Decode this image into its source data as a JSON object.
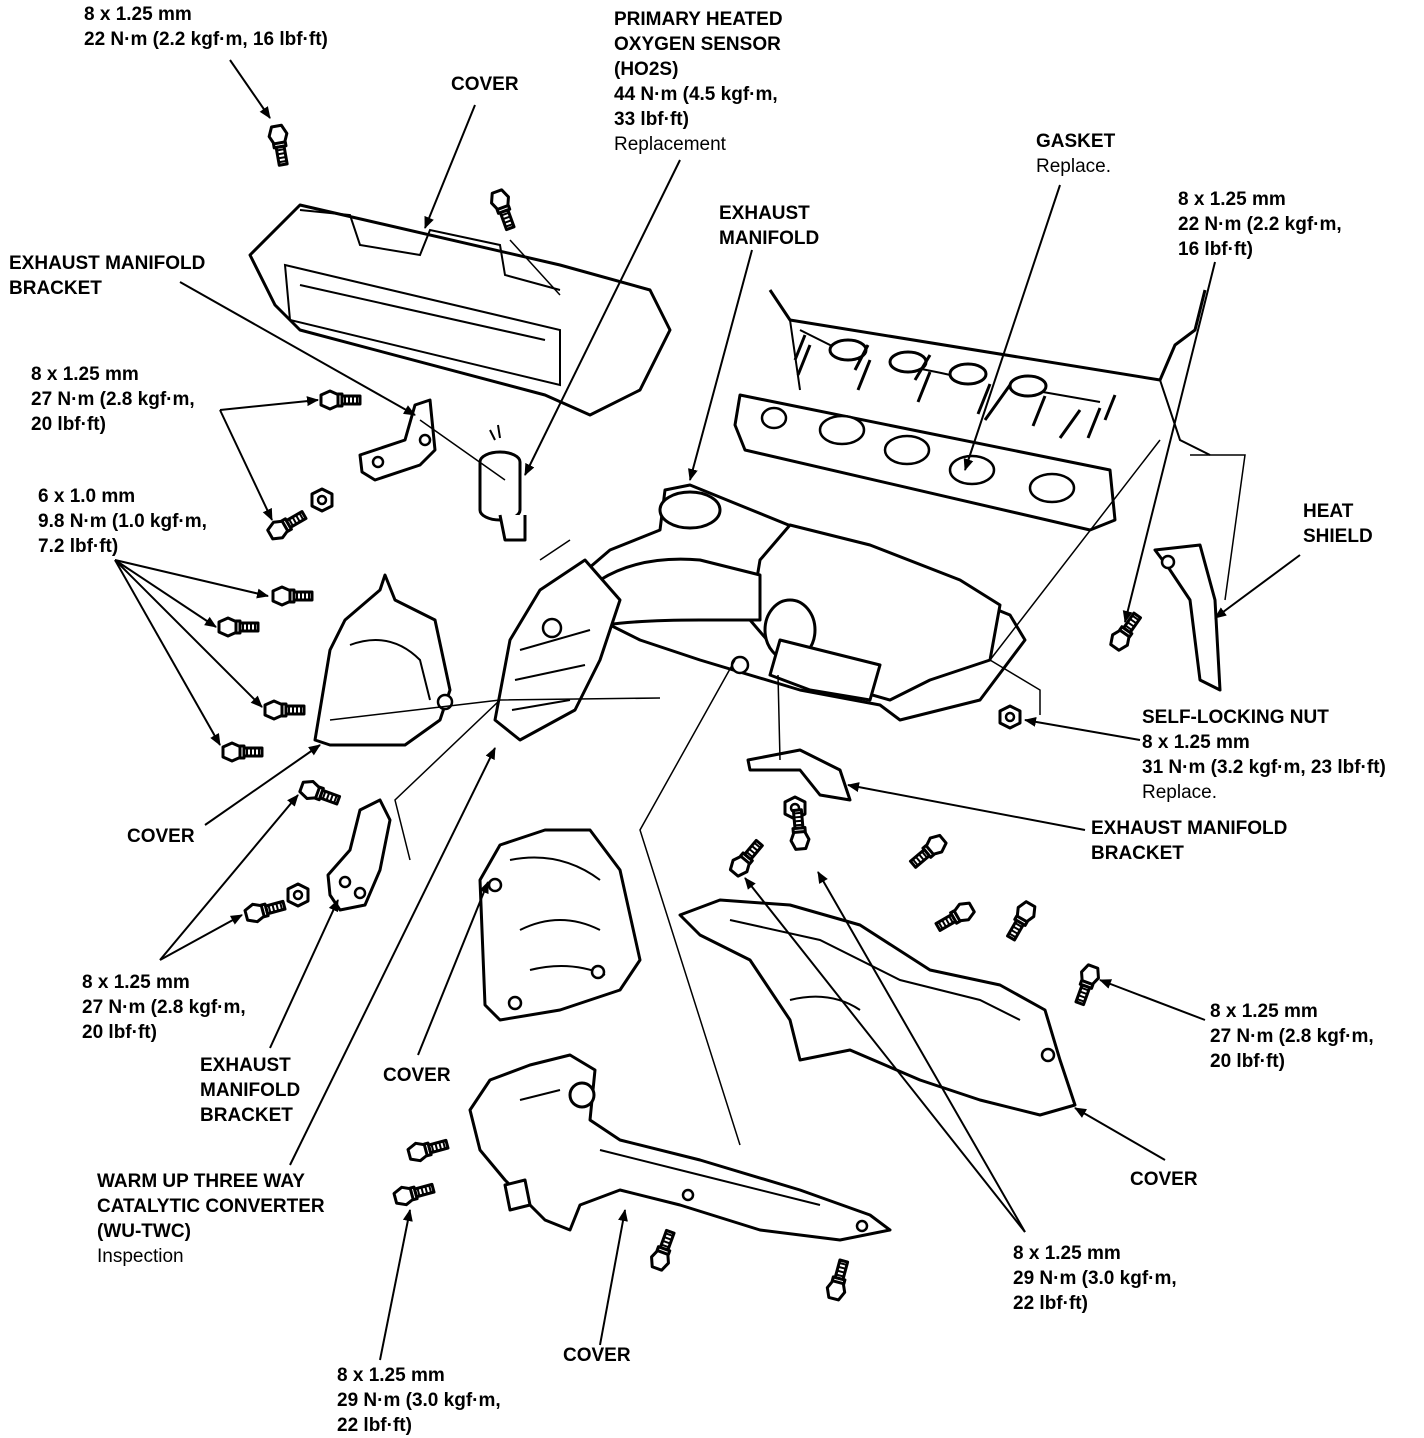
{
  "diagram": {
    "labels": [
      {
        "id": "bolt-top-left",
        "lines": [
          {
            "t": "8 x 1.25 mm",
            "w": "b"
          },
          {
            "t": "22 N·m (2.2 kgf·m, 16 lbf·ft)",
            "w": "b"
          }
        ]
      },
      {
        "id": "cover-top",
        "lines": [
          {
            "t": "COVER",
            "w": "b"
          }
        ]
      },
      {
        "id": "ho2s",
        "lines": [
          {
            "t": "PRIMARY HEATED",
            "w": "b"
          },
          {
            "t": "OXYGEN SENSOR",
            "w": "b"
          },
          {
            "t": "(HO2S)",
            "w": "b"
          },
          {
            "t": "44 N·m (4.5 kgf·m,",
            "w": "b"
          },
          {
            "t": "33 lbf·ft)",
            "w": "b"
          },
          {
            "t": "Replacement",
            "w": "n"
          }
        ]
      },
      {
        "id": "gasket",
        "lines": [
          {
            "t": "GASKET",
            "w": "b"
          },
          {
            "t": "Replace.",
            "w": "n"
          }
        ]
      },
      {
        "id": "bolt-top-right",
        "lines": [
          {
            "t": "8 x 1.25 mm",
            "w": "b"
          },
          {
            "t": "22 N·m (2.2 kgf·m,",
            "w": "b"
          },
          {
            "t": "16 lbf·ft)",
            "w": "b"
          }
        ]
      },
      {
        "id": "exhaust-manifold",
        "lines": [
          {
            "t": "EXHAUST",
            "w": "b"
          },
          {
            "t": "MANIFOLD",
            "w": "b"
          }
        ]
      },
      {
        "id": "bracket-top-left",
        "lines": [
          {
            "t": "EXHAUST MANIFOLD",
            "w": "b"
          },
          {
            "t": "BRACKET",
            "w": "b"
          }
        ]
      },
      {
        "id": "bolt-mid-left",
        "lines": [
          {
            "t": "8 x 1.25 mm",
            "w": "b"
          },
          {
            "t": "27 N·m (2.8 kgf·m,",
            "w": "b"
          },
          {
            "t": "20 lbf·ft)",
            "w": "b"
          }
        ]
      },
      {
        "id": "bolt-6mm",
        "lines": [
          {
            "t": "6 x 1.0 mm",
            "w": "b"
          },
          {
            "t": "9.8 N·m (1.0 kgf·m,",
            "w": "b"
          },
          {
            "t": "7.2 lbf·ft)",
            "w": "b"
          }
        ]
      },
      {
        "id": "heat-shield",
        "lines": [
          {
            "t": "HEAT",
            "w": "b"
          },
          {
            "t": "SHIELD",
            "w": "b"
          }
        ]
      },
      {
        "id": "self-locking-nut",
        "lines": [
          {
            "t": "SELF-LOCKING NUT",
            "w": "b"
          },
          {
            "t": "8 x 1.25 mm",
            "w": "b"
          },
          {
            "t": "31 N·m (3.2 kgf·m, 23 lbf·ft)",
            "w": "b"
          },
          {
            "t": "Replace.",
            "w": "n"
          }
        ]
      },
      {
        "id": "cover-left",
        "lines": [
          {
            "t": "COVER",
            "w": "b"
          }
        ]
      },
      {
        "id": "bracket-right",
        "lines": [
          {
            "t": "EXHAUST MANIFOLD",
            "w": "b"
          },
          {
            "t": "BRACKET",
            "w": "b"
          }
        ]
      },
      {
        "id": "bolt-lower-left",
        "lines": [
          {
            "t": "8 x 1.25 mm",
            "w": "b"
          },
          {
            "t": "27 N·m (2.8 kgf·m,",
            "w": "b"
          },
          {
            "t": "20 lbf·ft)",
            "w": "b"
          }
        ]
      },
      {
        "id": "bracket-lower-left",
        "lines": [
          {
            "t": "EXHAUST",
            "w": "b"
          },
          {
            "t": "MANIFOLD",
            "w": "b"
          },
          {
            "t": "BRACKET",
            "w": "b"
          }
        ]
      },
      {
        "id": "cover-center",
        "lines": [
          {
            "t": "COVER",
            "w": "b"
          }
        ]
      },
      {
        "id": "bolt-right",
        "lines": [
          {
            "t": "8 x 1.25 mm",
            "w": "b"
          },
          {
            "t": "27 N·m (2.8 kgf·m,",
            "w": "b"
          },
          {
            "t": "20 lbf·ft)",
            "w": "b"
          }
        ]
      },
      {
        "id": "cover-right",
        "lines": [
          {
            "t": "COVER",
            "w": "b"
          }
        ]
      },
      {
        "id": "wu-twc",
        "lines": [
          {
            "t": "WARM UP THREE WAY",
            "w": "b"
          },
          {
            "t": "CATALYTIC CONVERTER",
            "w": "b"
          },
          {
            "t": "(WU-TWC)",
            "w": "b"
          },
          {
            "t": "Inspection",
            "w": "n"
          }
        ]
      },
      {
        "id": "bolt-lower-right",
        "lines": [
          {
            "t": "8 x 1.25 mm",
            "w": "b"
          },
          {
            "t": "29 N·m (3.0 kgf·m,",
            "w": "b"
          },
          {
            "t": "22 lbf·ft)",
            "w": "b"
          }
        ]
      },
      {
        "id": "cover-bottom",
        "lines": [
          {
            "t": "COVER",
            "w": "b"
          }
        ]
      },
      {
        "id": "bolt-bottom",
        "lines": [
          {
            "t": "8 x 1.25 mm",
            "w": "b"
          },
          {
            "t": "29 N·m (3.0 kgf·m,",
            "w": "b"
          },
          {
            "t": "22 lbf·ft)",
            "w": "b"
          }
        ]
      }
    ]
  }
}
